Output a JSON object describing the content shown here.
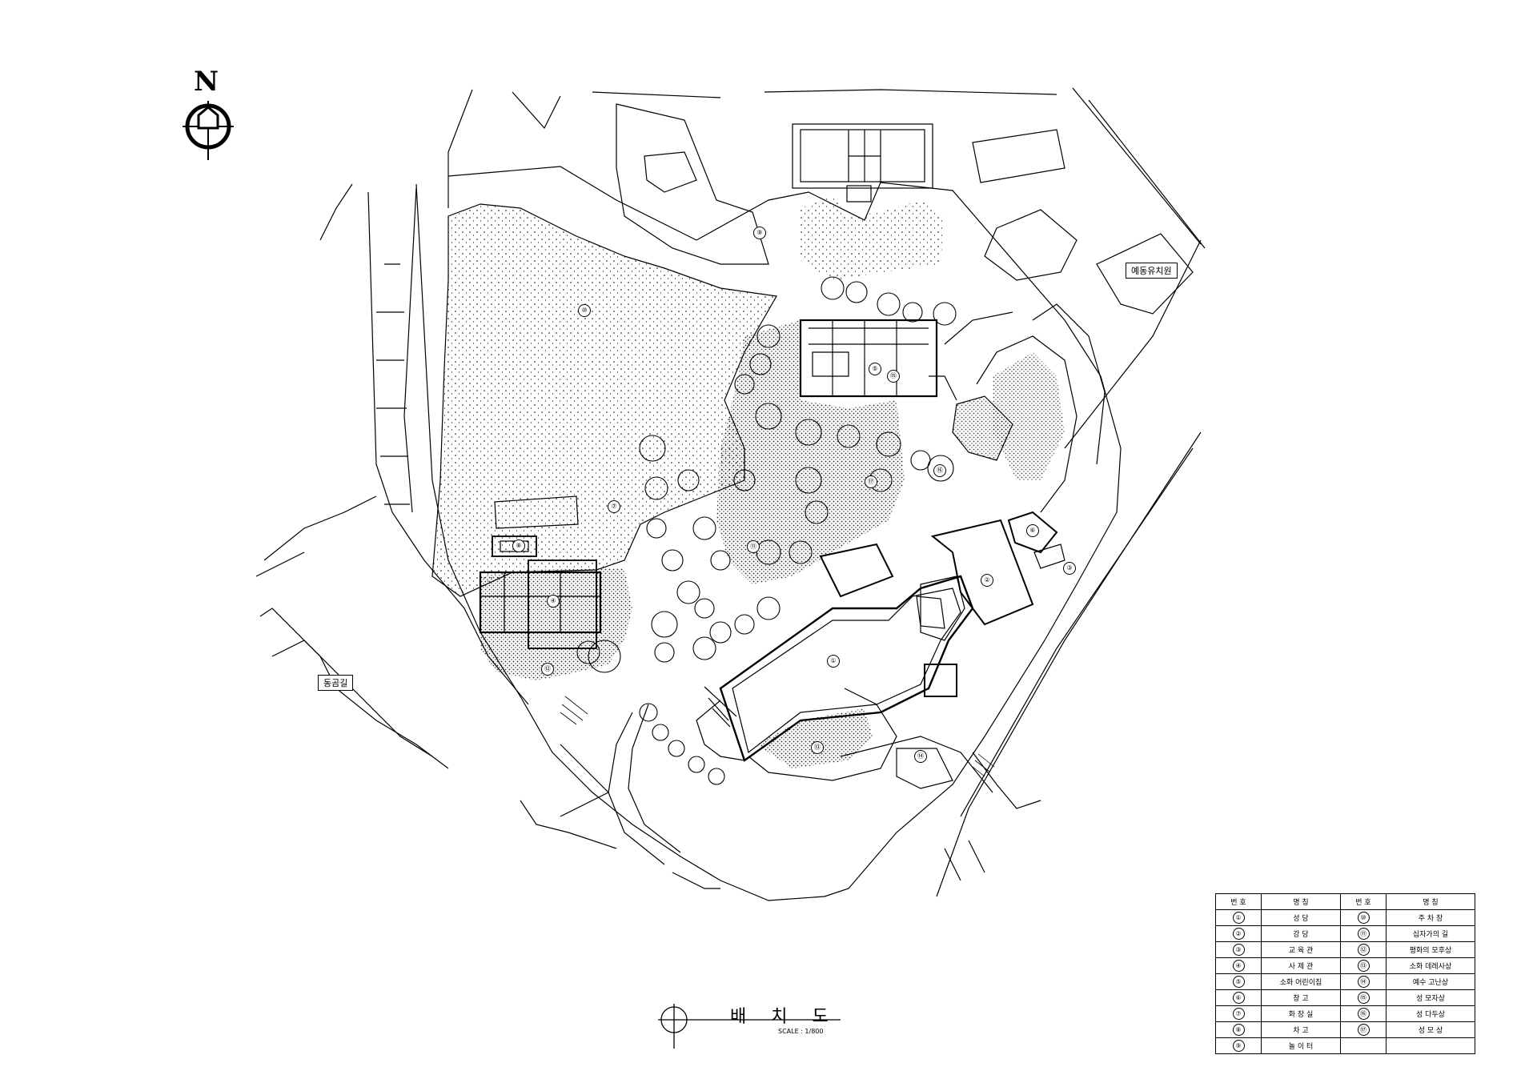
{
  "north": {
    "letter": "N",
    "icon": "north-arrow-icon"
  },
  "labels": {
    "dongbu_school": "예동유치원",
    "sachal": "동곰길"
  },
  "site_numbers": [
    "①",
    "②",
    "③",
    "④",
    "⑤",
    "⑥",
    "⑦",
    "⑧",
    "⑨",
    "⑩",
    "⑪",
    "⑫",
    "⑬",
    "⑭",
    "⑮",
    "⑯",
    "⑰"
  ],
  "legend": {
    "headers": [
      "번 호",
      "명 칭",
      "번 호",
      "명 칭"
    ],
    "rows": [
      {
        "n1": "①",
        "name1": "성 당",
        "n2": "⑩",
        "name2": "주 차 장"
      },
      {
        "n1": "②",
        "name1": "강 당",
        "n2": "⑪",
        "name2": "십자가의 길"
      },
      {
        "n1": "③",
        "name1": "교 육 관",
        "n2": "⑫",
        "name2": "평화의 모후상"
      },
      {
        "n1": "④",
        "name1": "사 제 관",
        "n2": "⑬",
        "name2": "소화 데레사상"
      },
      {
        "n1": "⑤",
        "name1": "소화 어린이집",
        "n2": "⑭",
        "name2": "예수 고난상"
      },
      {
        "n1": "⑥",
        "name1": "창 고",
        "n2": "⑮",
        "name2": "성 모자상"
      },
      {
        "n1": "⑦",
        "name1": "화 장 실",
        "n2": "⑯",
        "name2": "성 다두상"
      },
      {
        "n1": "⑧",
        "name1": "차 고",
        "n2": "⑰",
        "name2": "성 모 상"
      },
      {
        "n1": "⑨",
        "name1": "놀 이 터",
        "n2": "",
        "name2": ""
      }
    ]
  },
  "title": {
    "text": "배 치 도",
    "scale": "SCALE : 1/800"
  }
}
